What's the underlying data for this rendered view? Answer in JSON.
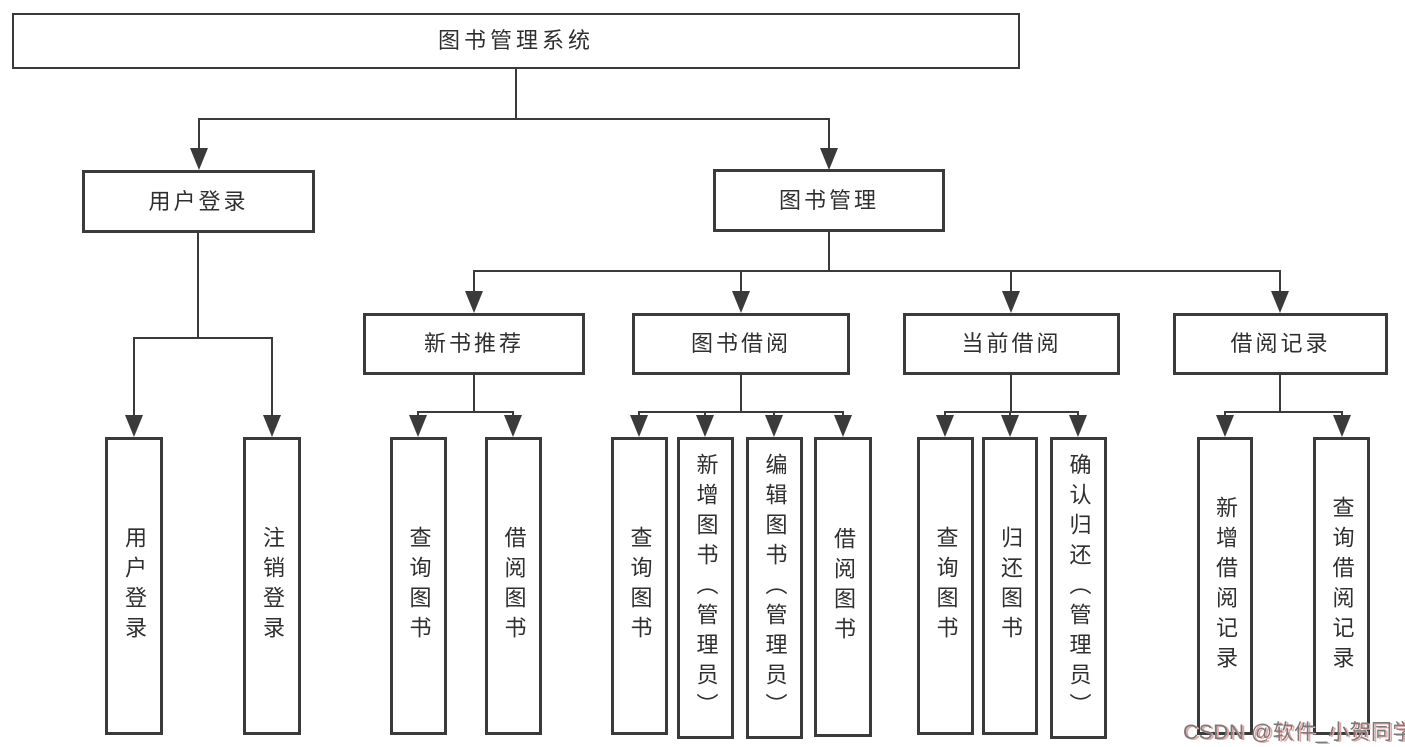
{
  "diagram": {
    "title": "图书管理系统",
    "children": [
      {
        "label": "用户登录",
        "children": [
          {
            "label": "用户登录"
          },
          {
            "label": "注销登录"
          }
        ]
      },
      {
        "label": "图书管理",
        "children": [
          {
            "label": "新书推荐",
            "children": [
              {
                "label": "查询图书"
              },
              {
                "label": "借阅图书"
              }
            ]
          },
          {
            "label": "图书借阅",
            "children": [
              {
                "label": "查询图书"
              },
              {
                "label": "新增图书（管理员）"
              },
              {
                "label": "编辑图书（管理员）"
              },
              {
                "label": "借阅图书"
              }
            ]
          },
          {
            "label": "当前借阅",
            "children": [
              {
                "label": "查询图书"
              },
              {
                "label": "归还图书"
              },
              {
                "label": "确认归还（管理员）"
              }
            ]
          },
          {
            "label": "借阅记录",
            "children": [
              {
                "label": "新增借阅记录"
              },
              {
                "label": "查询借阅记录"
              }
            ]
          }
        ]
      }
    ]
  },
  "watermark": {
    "text": "CSDN @软件_小贺同学"
  },
  "colors": {
    "line": "#3a3a3a",
    "text": "#2f2f2f",
    "watermark_text": "#7a7a7a",
    "watermark_shadow": "#e8a7a7",
    "background": "#ffffff"
  }
}
